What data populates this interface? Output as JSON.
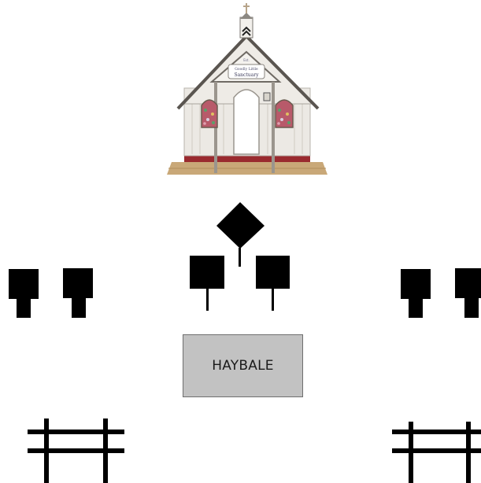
{
  "chapel": {
    "sign_small": "Goodly Little",
    "sign_title": "Sanctuary",
    "sign_top": "Est."
  },
  "haybale": {
    "label": "HAYBALE",
    "fill": "#c2c2c2"
  },
  "symbols": {
    "fill": "#000000",
    "icons": [
      "chapel-icon",
      "diamond-post-icon",
      "square-post-icon",
      "chair-icon",
      "fence-icon"
    ]
  }
}
